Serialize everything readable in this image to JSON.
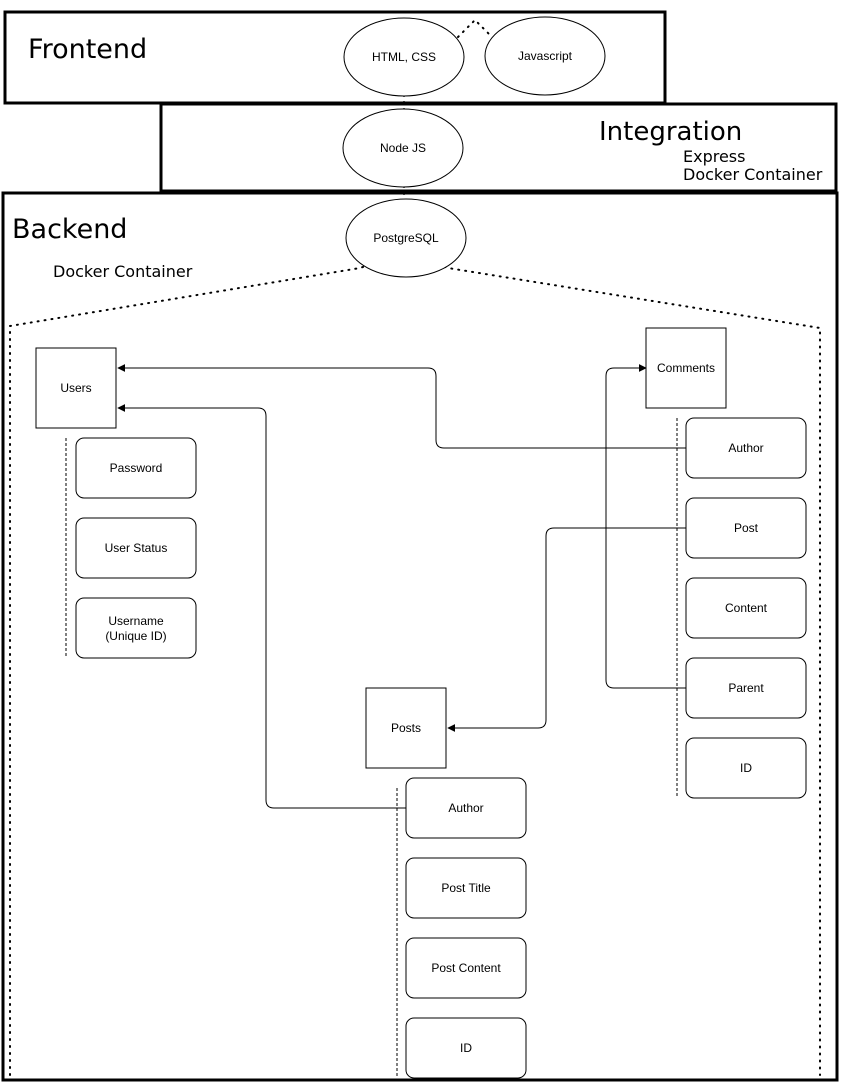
{
  "frontend": {
    "title": "Frontend",
    "html_css": "HTML, CSS",
    "javascript": "Javascript"
  },
  "integration": {
    "title": "Integration",
    "express": "Express",
    "docker": "Docker Container",
    "node": "Node JS"
  },
  "backend": {
    "title": "Backend",
    "docker": "Docker Container",
    "postgres": "PostgreSQL"
  },
  "users": {
    "label": "Users",
    "fields": [
      "Password",
      "User Status",
      "Username",
      "(Unique ID)"
    ]
  },
  "comments": {
    "label": "Comments",
    "fields": [
      "Author",
      "Post",
      "Content",
      "Parent",
      "ID"
    ]
  },
  "posts": {
    "label": "Posts",
    "fields": [
      "Author",
      "Post Title",
      "Post Content",
      "ID"
    ]
  }
}
